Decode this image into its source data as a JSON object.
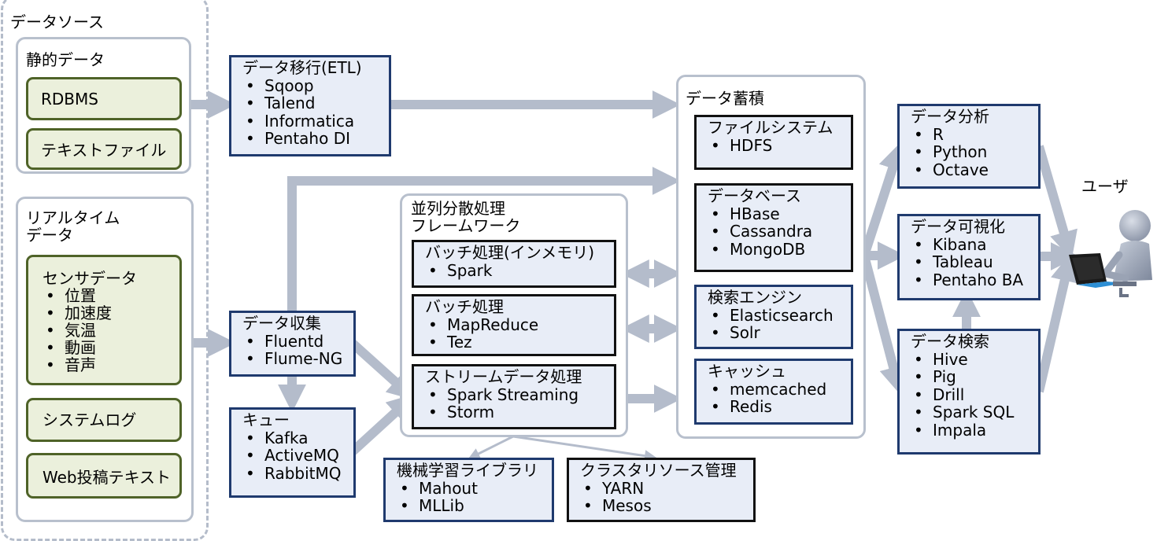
{
  "data_sources": {
    "title": "データソース",
    "static": {
      "title": "静的データ",
      "items": [
        "RDBMS",
        "テキストファイル"
      ]
    },
    "realtime": {
      "title_line1": "リアルタイム",
      "title_line2": "データ",
      "sensor": {
        "title": "センサデータ",
        "items": [
          "位置",
          "加速度",
          "気温",
          "動画",
          "音声"
        ]
      },
      "system_log": "システムログ",
      "web_post": "Web投稿テキスト"
    }
  },
  "etl": {
    "title": "データ移行(ETL)",
    "items": [
      "Sqoop",
      "Talend",
      "Informatica",
      "Pentaho DI"
    ]
  },
  "collect": {
    "title": "データ収集",
    "items": [
      "Fluentd",
      "Flume-NG"
    ]
  },
  "queue": {
    "title": "キュー",
    "items": [
      "Kafka",
      "ActiveMQ",
      "RabbitMQ"
    ]
  },
  "parallel": {
    "title_line1": "並列分散処理",
    "title_line2": "フレームワーク",
    "batch_mem": {
      "title": "バッチ処理(インメモリ)",
      "items": [
        "Spark"
      ]
    },
    "batch": {
      "title": "バッチ処理",
      "items": [
        "MapReduce",
        "Tez"
      ]
    },
    "stream": {
      "title": "ストリームデータ処理",
      "items": [
        "Spark Streaming",
        "Storm"
      ]
    }
  },
  "ml": {
    "title": "機械学習ライブラリ",
    "items": [
      "Mahout",
      "MLLib"
    ]
  },
  "cluster": {
    "title": "クラスタリソース管理",
    "items": [
      "YARN",
      "Mesos"
    ]
  },
  "storage": {
    "title": "データ蓄積",
    "fs": {
      "title": "ファイルシステム",
      "items": [
        "HDFS"
      ]
    },
    "db": {
      "title": "データベース",
      "items": [
        "HBase",
        "Cassandra",
        "MongoDB"
      ]
    },
    "search": {
      "title": "検索エンジン",
      "items": [
        "Elasticsearch",
        "Solr"
      ]
    },
    "cache": {
      "title": "キャッシュ",
      "items": [
        "memcached",
        "Redis"
      ]
    }
  },
  "analysis": {
    "title": "データ分析",
    "items": [
      "R",
      "Python",
      "Octave"
    ]
  },
  "visualize": {
    "title": "データ可視化",
    "items": [
      "Kibana",
      "Tableau",
      "Pentaho BA"
    ]
  },
  "query": {
    "title": "データ検索",
    "items": [
      "Hive",
      "Pig",
      "Drill",
      "Spark SQL",
      "Impala"
    ]
  },
  "user": {
    "label": "ユーザ"
  },
  "colors": {
    "arrow": "#b4bccb",
    "box_fill": "#e8edf7",
    "navy_border": "#1f3a6e",
    "green_border": "#4f6328",
    "green_fill": "#ebf0dc"
  }
}
